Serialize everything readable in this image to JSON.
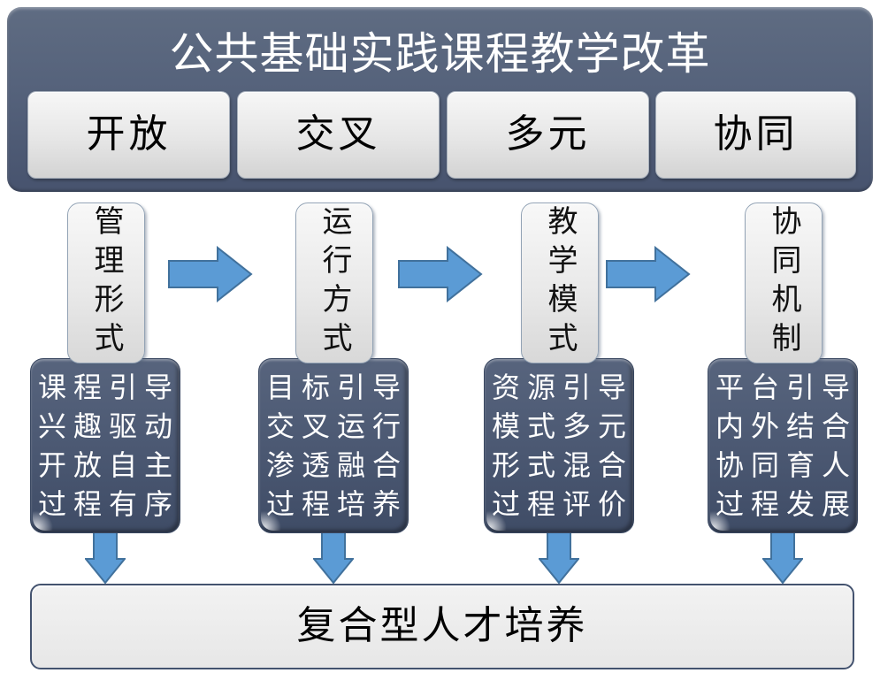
{
  "header": {
    "title": "公共基础实践课程教学改革",
    "tags": [
      "开放",
      "交叉",
      "多元",
      "协同"
    ]
  },
  "columns": [
    {
      "tab": "管理形式",
      "lines": [
        "课程引导",
        "兴趣驱动",
        "开放自主",
        "过程有序"
      ]
    },
    {
      "tab": "运行方式",
      "lines": [
        "目标引导",
        "交叉运行",
        "渗透融合",
        "过程培养"
      ]
    },
    {
      "tab": "教学模式",
      "lines": [
        "资源引导",
        "模式多元",
        "形式混合",
        "过程评价"
      ]
    },
    {
      "tab": "协同机制",
      "lines": [
        "平台引导",
        "内外结合",
        "协同育人",
        "过程发展"
      ]
    }
  ],
  "footer": {
    "label": "复合型人才培养"
  },
  "colors": {
    "header_gradient_top": "#5f6c82",
    "header_gradient_bottom": "#47536e",
    "panel_gradient_top": "#57647d",
    "panel_gradient_bottom": "#3f4c66",
    "tag_background": "#e6e6e6",
    "arrow_fill": "#5b9bd5",
    "arrow_stroke": "#41719c",
    "panel_text": "#ffffff",
    "label_text": "#000000"
  }
}
